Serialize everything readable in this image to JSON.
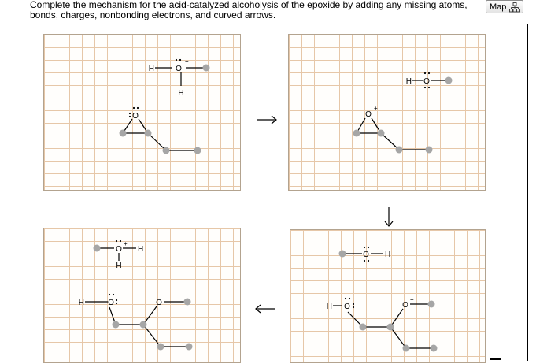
{
  "instructions": {
    "line1": "Complete the mechanism for the acid-catalyzed alcoholysis of the epoxide by adding any missing atoms,",
    "line2": "bonds, charges, nonbonding electrons, and curved arrows."
  },
  "map_button": {
    "label": "Map",
    "icon": "map-hierarchy-icon"
  },
  "atoms": {
    "hydrogen": "H",
    "oxygen": "O"
  },
  "charges": {
    "positive": "+"
  },
  "arrows": {
    "step1": "→",
    "step2": "↓",
    "step3": "←"
  },
  "colors": {
    "grid_line": "#e6c7a8",
    "panel_border": "#b3a38f",
    "carbon_node": "#a6a6a6"
  }
}
